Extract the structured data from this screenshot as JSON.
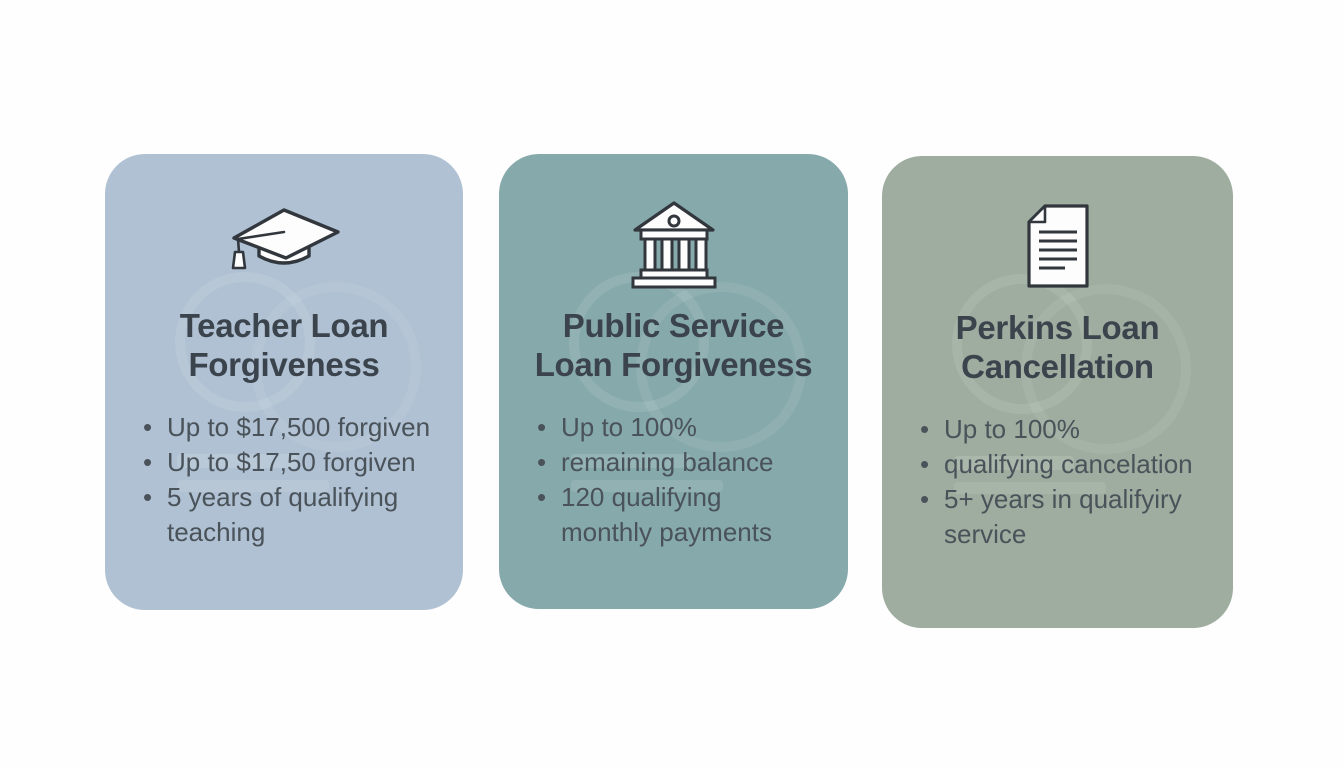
{
  "page": {
    "background": "#fefefe",
    "title_text_color": "#3b434d",
    "body_text_color": "#4a525a",
    "icon_outline_color": "#31373d",
    "icon_fill_color": "#fdfdfd"
  },
  "cards": [
    {
      "name": "teacher-loan-forgiveness",
      "icon": "graduation-cap-icon",
      "bg_color": "#afc1d2",
      "title": "Teacher Loan\nForgiveness",
      "bullet_marker": "•",
      "bullets": [
        "Up to $17,500 forgiven",
        "Up to $17,50 forgiven",
        "5 years of qualifying\nteaching"
      ]
    },
    {
      "name": "public-service-loan-forgiveness",
      "icon": "bank-icon",
      "bg_color": "#86a9ab",
      "title": "Public Service\nLoan Forgiveness",
      "bullet_marker": "•",
      "bullets": [
        "Up to 100%",
        "remaining balance",
        "120 qualifying\nmonthly payments"
      ]
    },
    {
      "name": "perkins-loan-cancellation",
      "icon": "document-icon",
      "bg_color": "#9ead9f",
      "title": "Perkins Loan\nCancellation",
      "bullet_marker": "•",
      "bullets": [
        "Up to 100%",
        "qualifying cancelation",
        "5+ years in qualifyiry\nservice"
      ]
    }
  ]
}
